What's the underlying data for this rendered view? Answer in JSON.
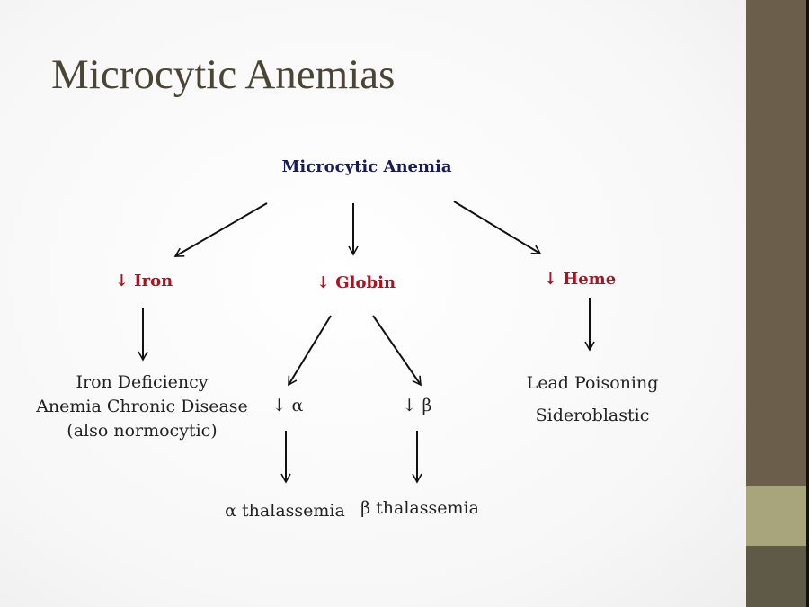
{
  "title": "Microcytic Anemias",
  "root": "Microcytic Anemia",
  "branches": {
    "iron": {
      "label": "↓ Iron",
      "result": [
        "Iron Deficiency",
        "Anemia Chronic Disease",
        "(also normocytic)"
      ]
    },
    "globin": {
      "label": "↓ Globin",
      "alpha": "↓ α",
      "beta": "↓ β",
      "alpha_result": "α thalassemia",
      "beta_result": "β thalassemia"
    },
    "heme": {
      "label": "↓ Heme",
      "result": [
        "Lead Poisoning",
        "Sideroblastic"
      ]
    }
  },
  "colors": {
    "title": "#4a4535",
    "root": "#1a1a55",
    "branch": "#b01020",
    "sidebar": "#6b5f4c",
    "sidebar_band": "#a8a47c"
  }
}
